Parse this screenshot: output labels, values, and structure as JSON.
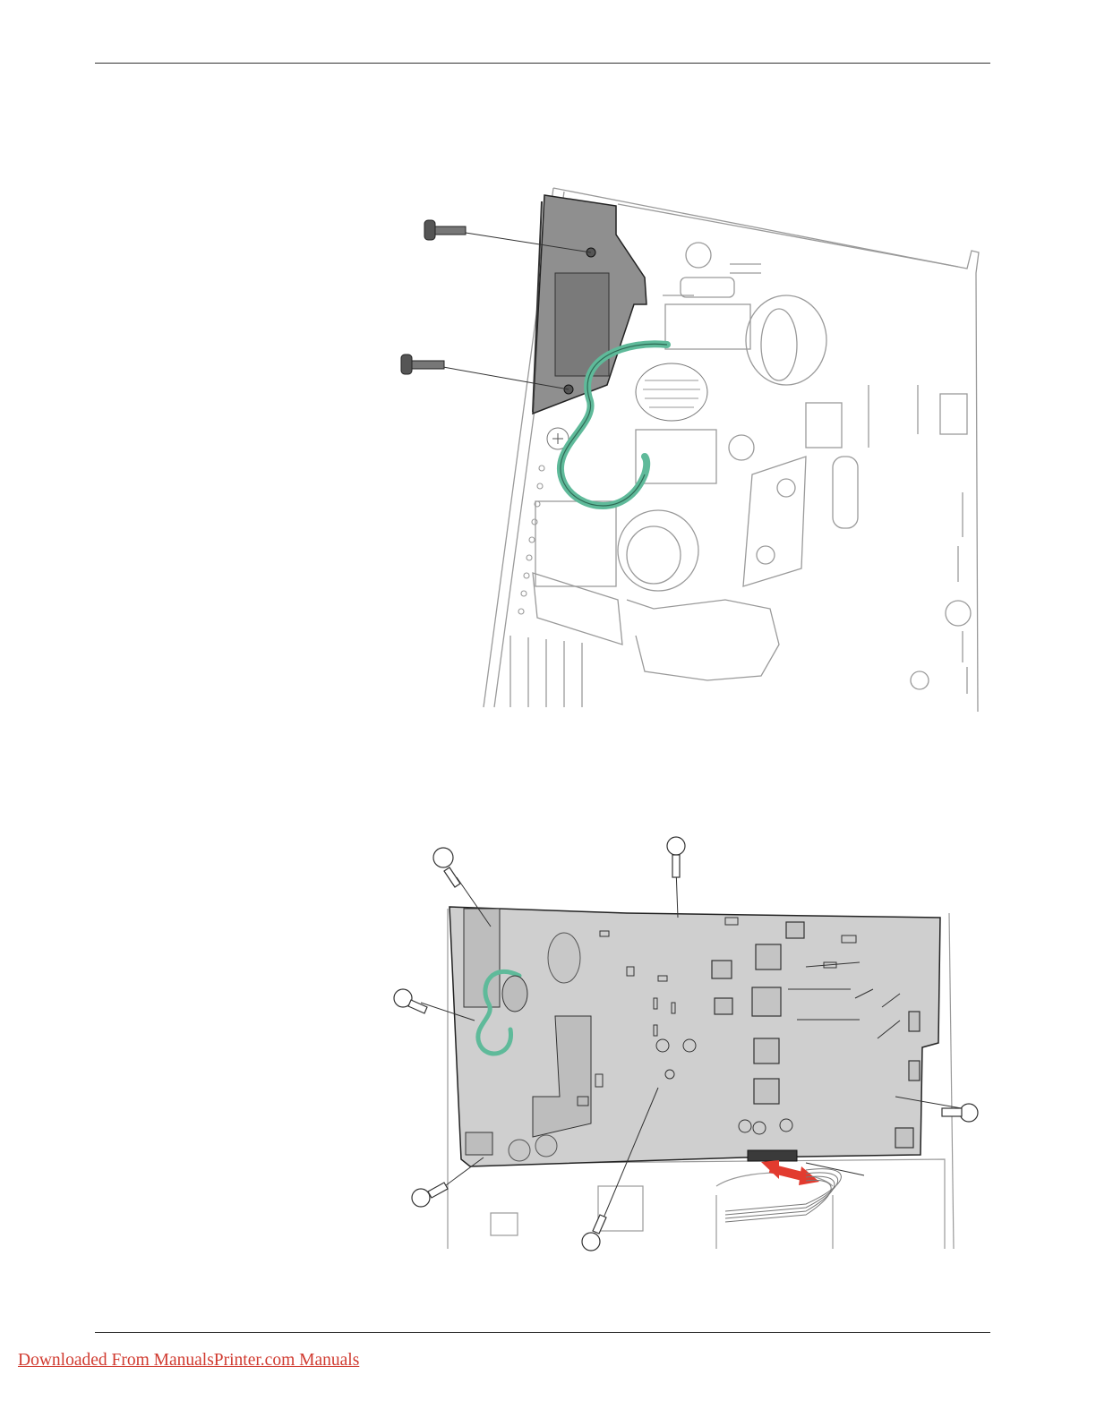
{
  "footer": {
    "link_text": "Downloaded From ManualsPrinter.com Manuals"
  },
  "colors": {
    "ground_wire": "#5fba9a",
    "board_fill": "#cfcfcf",
    "bracket_fill": "#8f8f8f",
    "arrow": "#e23b2f",
    "link": "#d03a2f"
  },
  "figures": [
    {
      "name": "ac-inlet-bracket-screw-removal",
      "screw_count": 2
    },
    {
      "name": "lvps-board-screw-removal",
      "screw_count": 6
    }
  ]
}
